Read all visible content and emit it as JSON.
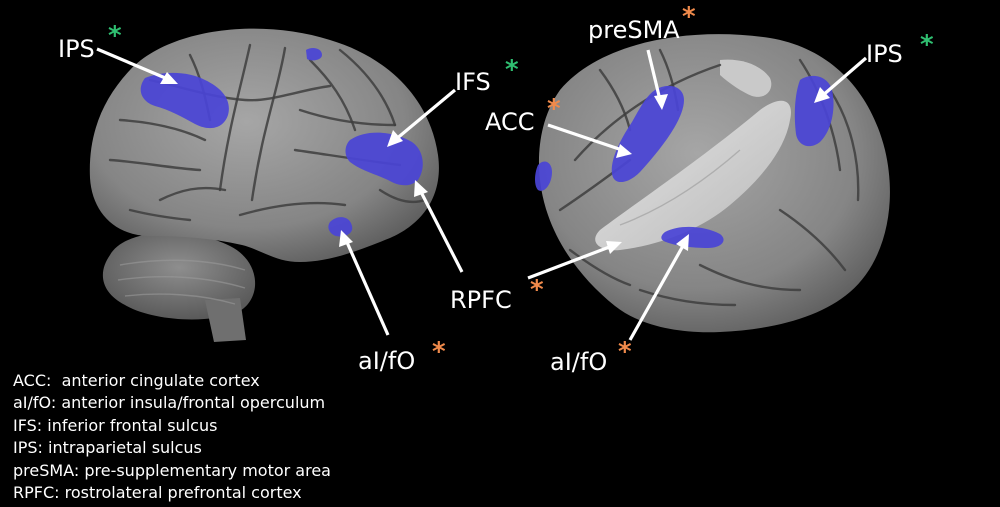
{
  "colors": {
    "background": "#000000",
    "brain": "#8b8b8b",
    "activation": "#4a44d6",
    "star_green": "#2fbf71",
    "star_orange": "#f08a4b",
    "text": "#ffffff"
  },
  "labels": {
    "ips_left": "IPS",
    "ifs": "IFS",
    "aifo_left": "aI/fO",
    "rpfc": "RPFC",
    "presma": "preSMA",
    "acc": "ACC",
    "ips_right": "IPS",
    "aifo_right": "aI/fO"
  },
  "stars": {
    "ips_left": "*",
    "ifs": "*",
    "aifo_left": "*",
    "rpfc": "*",
    "presma": "*",
    "acc": "*",
    "ips_right": "*",
    "aifo_right": "*"
  },
  "legend": [
    {
      "abbr": "ACC:",
      "text": "anterior cingulate cortex"
    },
    {
      "abbr": "aI/fO:",
      "text": "anterior insula/frontal operculum"
    },
    {
      "abbr": "IFS:",
      "text": "inferior frontal sulcus"
    },
    {
      "abbr": "IPS:",
      "text": "intraparietal sulcus"
    },
    {
      "abbr": "preSMA:",
      "text": "pre-supplementary motor area"
    },
    {
      "abbr": "RPFC:",
      "text": "rostrolateral prefrontal cortex"
    }
  ]
}
